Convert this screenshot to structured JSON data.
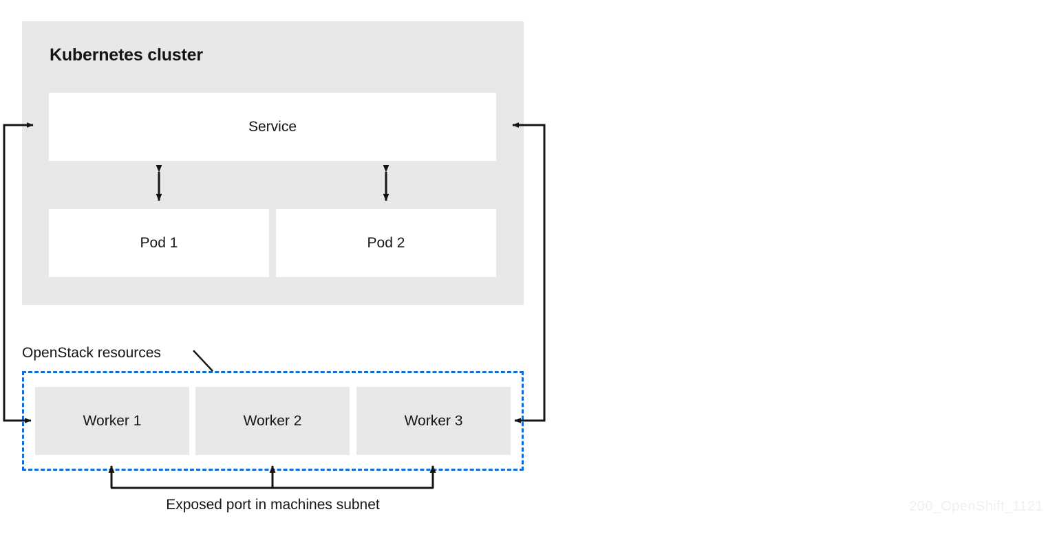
{
  "diagram": {
    "title": "Kubernetes cluster",
    "watermark": "200_OpenShift_1121",
    "colors": {
      "cluster_fill": "#e8e8e8",
      "node_fill": "#ffffff",
      "worker_fill": "#e8e8e8",
      "dashed_border": "#0f6ada",
      "connector": "#151515",
      "text": "#151515",
      "watermark": "#f0f0f0"
    },
    "cluster": {
      "label": "Kubernetes cluster",
      "service": {
        "label": "Service"
      },
      "pods": [
        {
          "label": "Pod 1"
        },
        {
          "label": "Pod 2"
        }
      ]
    },
    "openstack": {
      "label": "OpenStack resources",
      "workers": [
        {
          "label": "Worker 1"
        },
        {
          "label": "Worker 2"
        },
        {
          "label": "Worker 3"
        }
      ]
    },
    "caption": "Exposed port in machines subnet",
    "connectors": [
      {
        "name": "left-loop",
        "from": "Worker 1",
        "to": "Service",
        "direction": "both-ends-arrowhead"
      },
      {
        "name": "right-loop",
        "from": "Service",
        "to": "Worker 3",
        "direction": "both-ends-arrowhead"
      },
      {
        "name": "service-pod-1",
        "direction": "bidirectional"
      },
      {
        "name": "service-pod-2",
        "direction": "bidirectional"
      },
      {
        "name": "exposed-port-bus",
        "targets": [
          "Worker 1",
          "Worker 2",
          "Worker 3"
        ],
        "direction": "up"
      }
    ]
  }
}
